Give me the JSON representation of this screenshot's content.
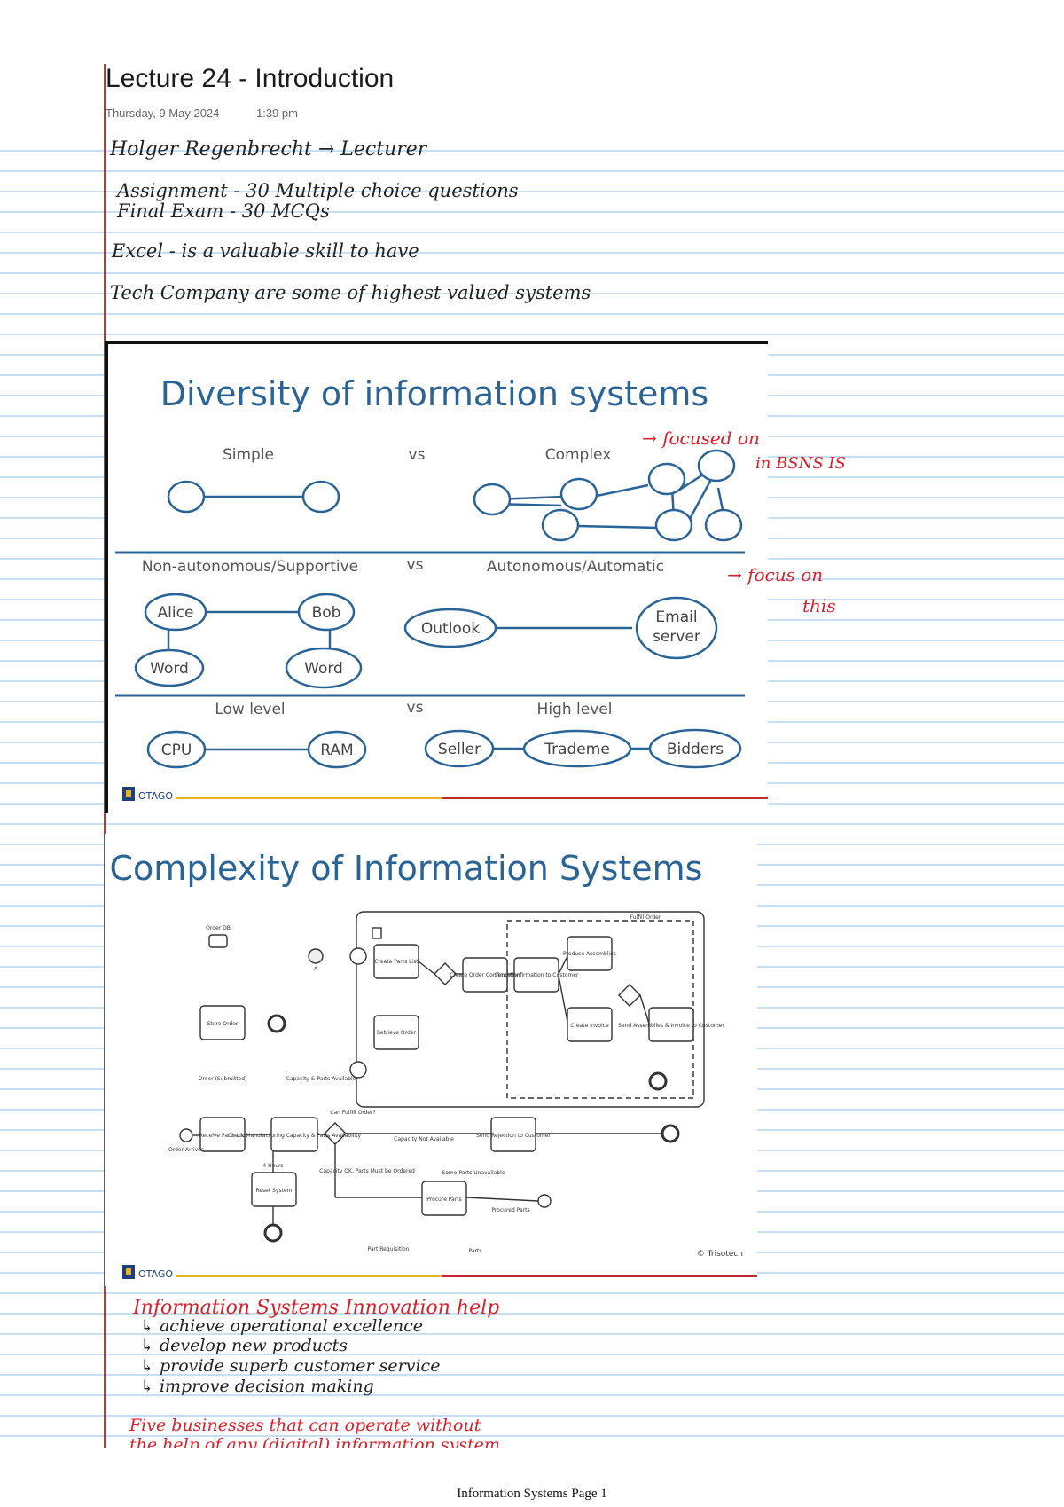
{
  "page": {
    "title": "Lecture 24 - Introduction",
    "date": "Thursday, 9 May 2024",
    "time": "1:39 pm",
    "footer": "Information Systems Page 1"
  },
  "notes_top": [
    "Holger Regenbrecht → Lecturer",
    "Assignment - 30 Multiple choice questions",
    "Final Exam - 30 MCQs",
    "Excel - is a valuable skill to have",
    "Tech Company are some of highest valued systems"
  ],
  "slide1": {
    "title": "Diversity of information systems",
    "vs": "vs",
    "row1": {
      "left": "Simple",
      "right": "Complex"
    },
    "row2": {
      "left": "Non-autonomous/Supportive",
      "right": "Autonomous/Automatic",
      "nodes": {
        "alice": "Alice",
        "bob": "Bob",
        "word1": "Word",
        "word2": "Word",
        "outlook": "Outlook",
        "email1": "Email",
        "email2": "server"
      }
    },
    "row3": {
      "left": "Low level",
      "right": "High level",
      "nodes": {
        "cpu": "CPU",
        "ram": "RAM",
        "seller": "Seller",
        "trademe": "Trademe",
        "bidders": "Bidders"
      }
    },
    "logo": "OTAGO",
    "annotations": {
      "focused1": "→ focused on",
      "focused2": "in BSNS IS",
      "focus1": "→ focus on",
      "focus2": "this"
    }
  },
  "slide2": {
    "title": "Complexity of Information Systems",
    "credit": "© Trisotech",
    "logo": "OTAGO",
    "labels": {
      "order_db": "Order DB",
      "store_order": "Store Order",
      "order_submitted": "Order (Submitted)",
      "order_arrives": "Order Arrives",
      "receive_parts": "Receive Parts List",
      "check_capacity": "Check Manufacturing Capacity & Parts Availability",
      "can_fulfill": "Can Fulfill Order?",
      "capacity_not": "Capacity Not Available",
      "capacity_ok": "Capacity OK, Parts Must be Ordered",
      "send_rejection": "Send Rejection to Customer",
      "procure_parts": "Procure Parts",
      "some_parts": "Some Parts Unavailable",
      "procured_parts": "Procured Parts",
      "part_requisition": "Part Requisition",
      "parts": "Parts",
      "hours": "4 Hours",
      "reset_system": "Reset System",
      "capacity_parts": "Capacity & Parts Available",
      "a": "A",
      "create_parts": "Create Parts List",
      "retrieve_order": "Retrieve Order",
      "create_order_conf": "Create Order Confirmation",
      "send_conf": "Send Confirmation to Customer",
      "produce": "Produce Assemblies",
      "create_invoice": "Create Invoice",
      "send_assemblies": "Send Assemblies & Invoice to Customer",
      "fulfill_order": "Fulfill Order"
    }
  },
  "notes_bottom": {
    "heading": "Information Systems Innovation help",
    "items": [
      "↳ achieve operational excellence",
      "↳ develop new products",
      "↳ provide superb customer service",
      "↳ improve decision making"
    ],
    "five1": "Five businesses that can operate without",
    "five2": "the help of any (digital) information system"
  },
  "colors": {
    "accent": "#2a6496",
    "red_ink": "#d8202b",
    "ink": "#222222",
    "margin": "#e0262d"
  }
}
